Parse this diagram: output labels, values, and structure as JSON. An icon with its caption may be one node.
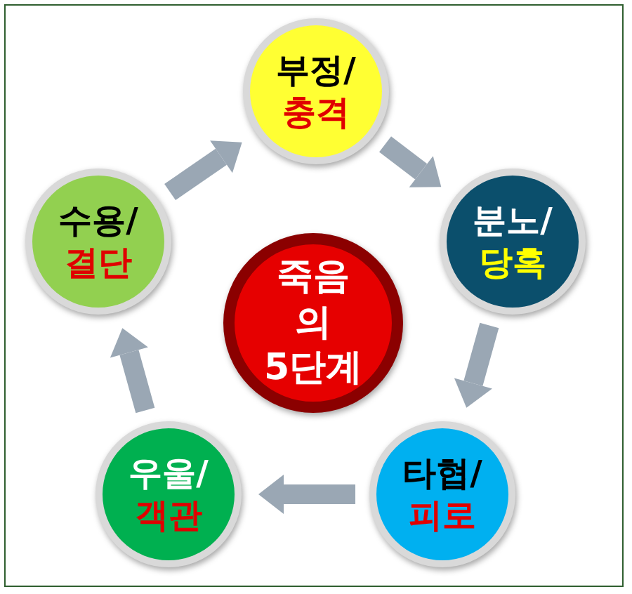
{
  "diagram": {
    "nodes": [
      {
        "text": [
          "죽음 의 5단계"
        ]
      },
      {
        "text": [
          "부정/",
          "충격"
        ]
      },
      {
        "text": [
          "분노/",
          "당혹"
        ]
      },
      {
        "text": [
          "타협/",
          "피로"
        ]
      },
      {
        "text": [
          "우울/",
          "객관"
        ]
      },
      {
        "text": [
          "수용/",
          "결단"
        ]
      }
    ],
    "edges": [
      {
        "from": 1,
        "to": 2,
        "arrow": "to"
      },
      {
        "from": 2,
        "to": 3,
        "arrow": "to"
      },
      {
        "from": 3,
        "to": 4,
        "arrow": "to"
      },
      {
        "from": 4,
        "to": 5,
        "arrow": "to"
      },
      {
        "from": 5,
        "to": 1,
        "arrow": "to"
      }
    ]
  }
}
